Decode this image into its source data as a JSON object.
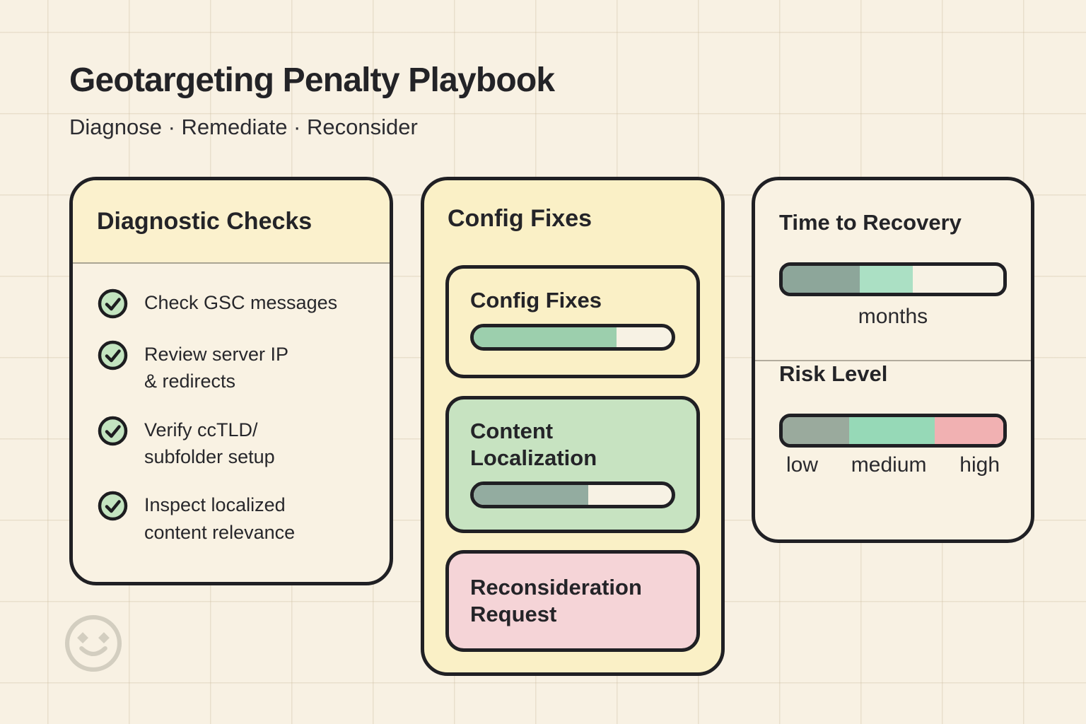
{
  "page": {
    "title": "Geotargeting Penalty Playbook",
    "subtitle": "Diagnose · Remediate · Reconsider"
  },
  "palette": {
    "page_background": "#f8f1e3",
    "card_cream": "#f9f2e3",
    "card_yellow": "#faf0c6",
    "header_yellow": "#fbf1cd",
    "box_green": "#c7e3c1",
    "box_pink": "#f5d4d7",
    "track_cream": "#f7f2e4",
    "ink": "#202024",
    "check_circle_green": "#c3e4c0"
  },
  "diagnostics": {
    "title": "Diagnostic Checks",
    "items": [
      {
        "text": "Check GSC messages"
      },
      {
        "text": "Review server IP\n& redirects"
      },
      {
        "text": "Verify ccTLD/\nsubfolder setup"
      },
      {
        "text": "Inspect localized\ncontent relevance"
      }
    ]
  },
  "fixes": {
    "title": "Config Fixes",
    "boxes": [
      {
        "label": "Config Fixes",
        "bg": "#faf0c6",
        "percent": 72,
        "fill_color": "#9ccfad"
      },
      {
        "label": "Content\nLocalization",
        "bg": "#c7e3c1",
        "percent": 58,
        "fill_color": "#93aca0"
      },
      {
        "label": "Reconsideration\nRequest",
        "bg": "#f5d4d7"
      }
    ]
  },
  "recovery": {
    "title": "Time to Recovery",
    "caption": "months",
    "segments": [
      {
        "percent": 35,
        "color": "#8da69a"
      },
      {
        "percent": 24,
        "color": "#abe0c4"
      }
    ]
  },
  "risk": {
    "title": "Risk Level",
    "segments": [
      {
        "percent": 30,
        "color": "#9aaa9d"
      },
      {
        "percent": 39,
        "color": "#96d9b7"
      },
      {
        "percent": 31,
        "color": "#f1b1b2"
      }
    ],
    "labels": [
      "low",
      "medium",
      "high"
    ]
  }
}
